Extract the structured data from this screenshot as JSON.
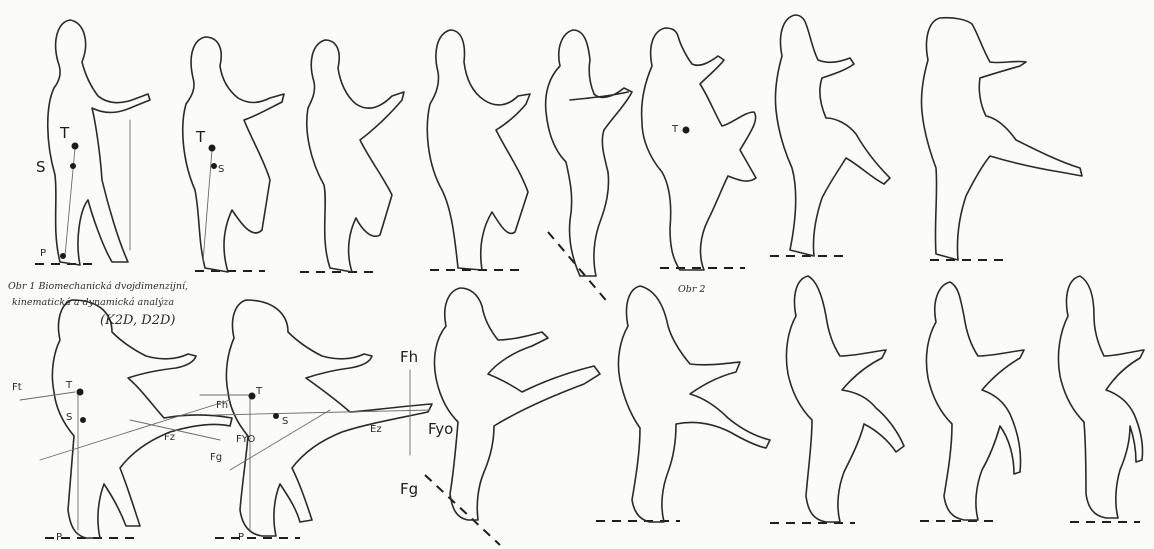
{
  "caption": {
    "line1": "Obr 1 Biomechanická dvojdimenzijní,",
    "line2": "kinematická a dynamická analýza",
    "line3": "(K2D, D2D)"
  },
  "figure2_label": "Obr 2",
  "labels": {
    "T": "T",
    "S": "S",
    "P": "P",
    "Fh": "Fh",
    "Fg": "Fg",
    "Fyo": "Fyo",
    "Fz": "Fz",
    "Ft": "Ft",
    "Fyo2": "FYO",
    "Ez": "Ez"
  }
}
